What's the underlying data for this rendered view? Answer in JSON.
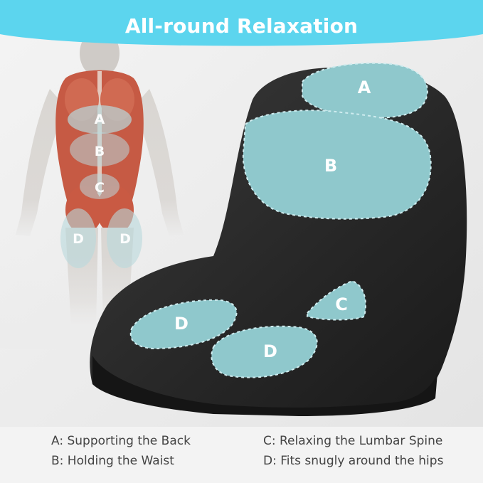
{
  "header": {
    "title": "All-round Relaxation"
  },
  "body_labels": [
    "A",
    "B",
    "C",
    "D",
    "D"
  ],
  "cushion_labels": [
    "A",
    "B",
    "C",
    "D",
    "D"
  ],
  "legend": [
    "A: Supporting the Back",
    "B: Holding the Waist",
    "C: Relaxing the Lumbar Spine",
    "D: Fits snugly around the hips"
  ],
  "colors": {
    "banner": "#5cd5ee",
    "zone_fill": "#8fc8cc",
    "cushion": "#2b2b2b",
    "muscle": "#c8533c"
  }
}
